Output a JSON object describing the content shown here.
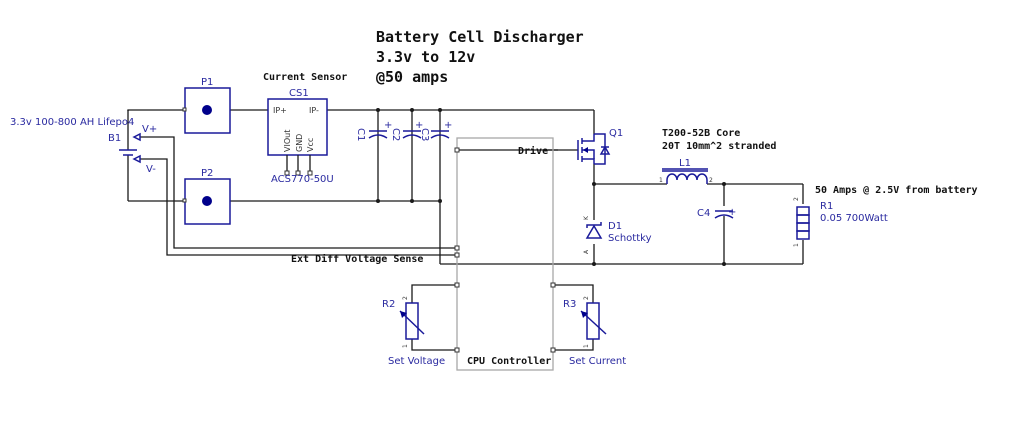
{
  "title": {
    "line1": "Battery Cell Discharger",
    "line2": "3.3v to 12v",
    "line3": "@50 amps"
  },
  "battery": {
    "ref": "B1",
    "value": "3.3v 100-800 AH Lifepo4",
    "terminal_plus": "V+",
    "terminal_minus": "V-"
  },
  "connectors": [
    {
      "ref": "P1"
    },
    {
      "ref": "P2"
    }
  ],
  "current_sensor": {
    "heading": "Current Sensor",
    "ref": "CS1",
    "part": "ACS770-50U",
    "pins": {
      "ip_plus": "IP+",
      "ip_minus": "IP-",
      "viout": "VIOut",
      "gnd": "GND",
      "vcc": "Vcc"
    }
  },
  "capacitors": [
    {
      "ref": "C1"
    },
    {
      "ref": "C2"
    },
    {
      "ref": "C3"
    },
    {
      "ref": "C4"
    }
  ],
  "mosfet": {
    "ref": "Q1"
  },
  "diode": {
    "ref": "D1",
    "value": "Schottky",
    "pin_k": "K",
    "pin_a": "A"
  },
  "inductor": {
    "ref": "L1",
    "note_line1": "T200-52B Core",
    "note_line2": "20T 10mm^2 stranded",
    "pin1": "1",
    "pin2": "2"
  },
  "load": {
    "ref": "R1",
    "value": "0.05 700Watt",
    "note": "50 Amps @ 2.5V from battery",
    "pin1": "1",
    "pin2": "2"
  },
  "controller": {
    "label": "CPU Controller",
    "drive_label": "Drive",
    "sense_label": "Ext Diff Voltage Sense"
  },
  "pots": [
    {
      "ref": "R2",
      "label": "Set Voltage",
      "pin1": "1",
      "pin2": "2"
    },
    {
      "ref": "R3",
      "label": "Set Current",
      "pin1": "1",
      "pin2": "2"
    }
  ]
}
